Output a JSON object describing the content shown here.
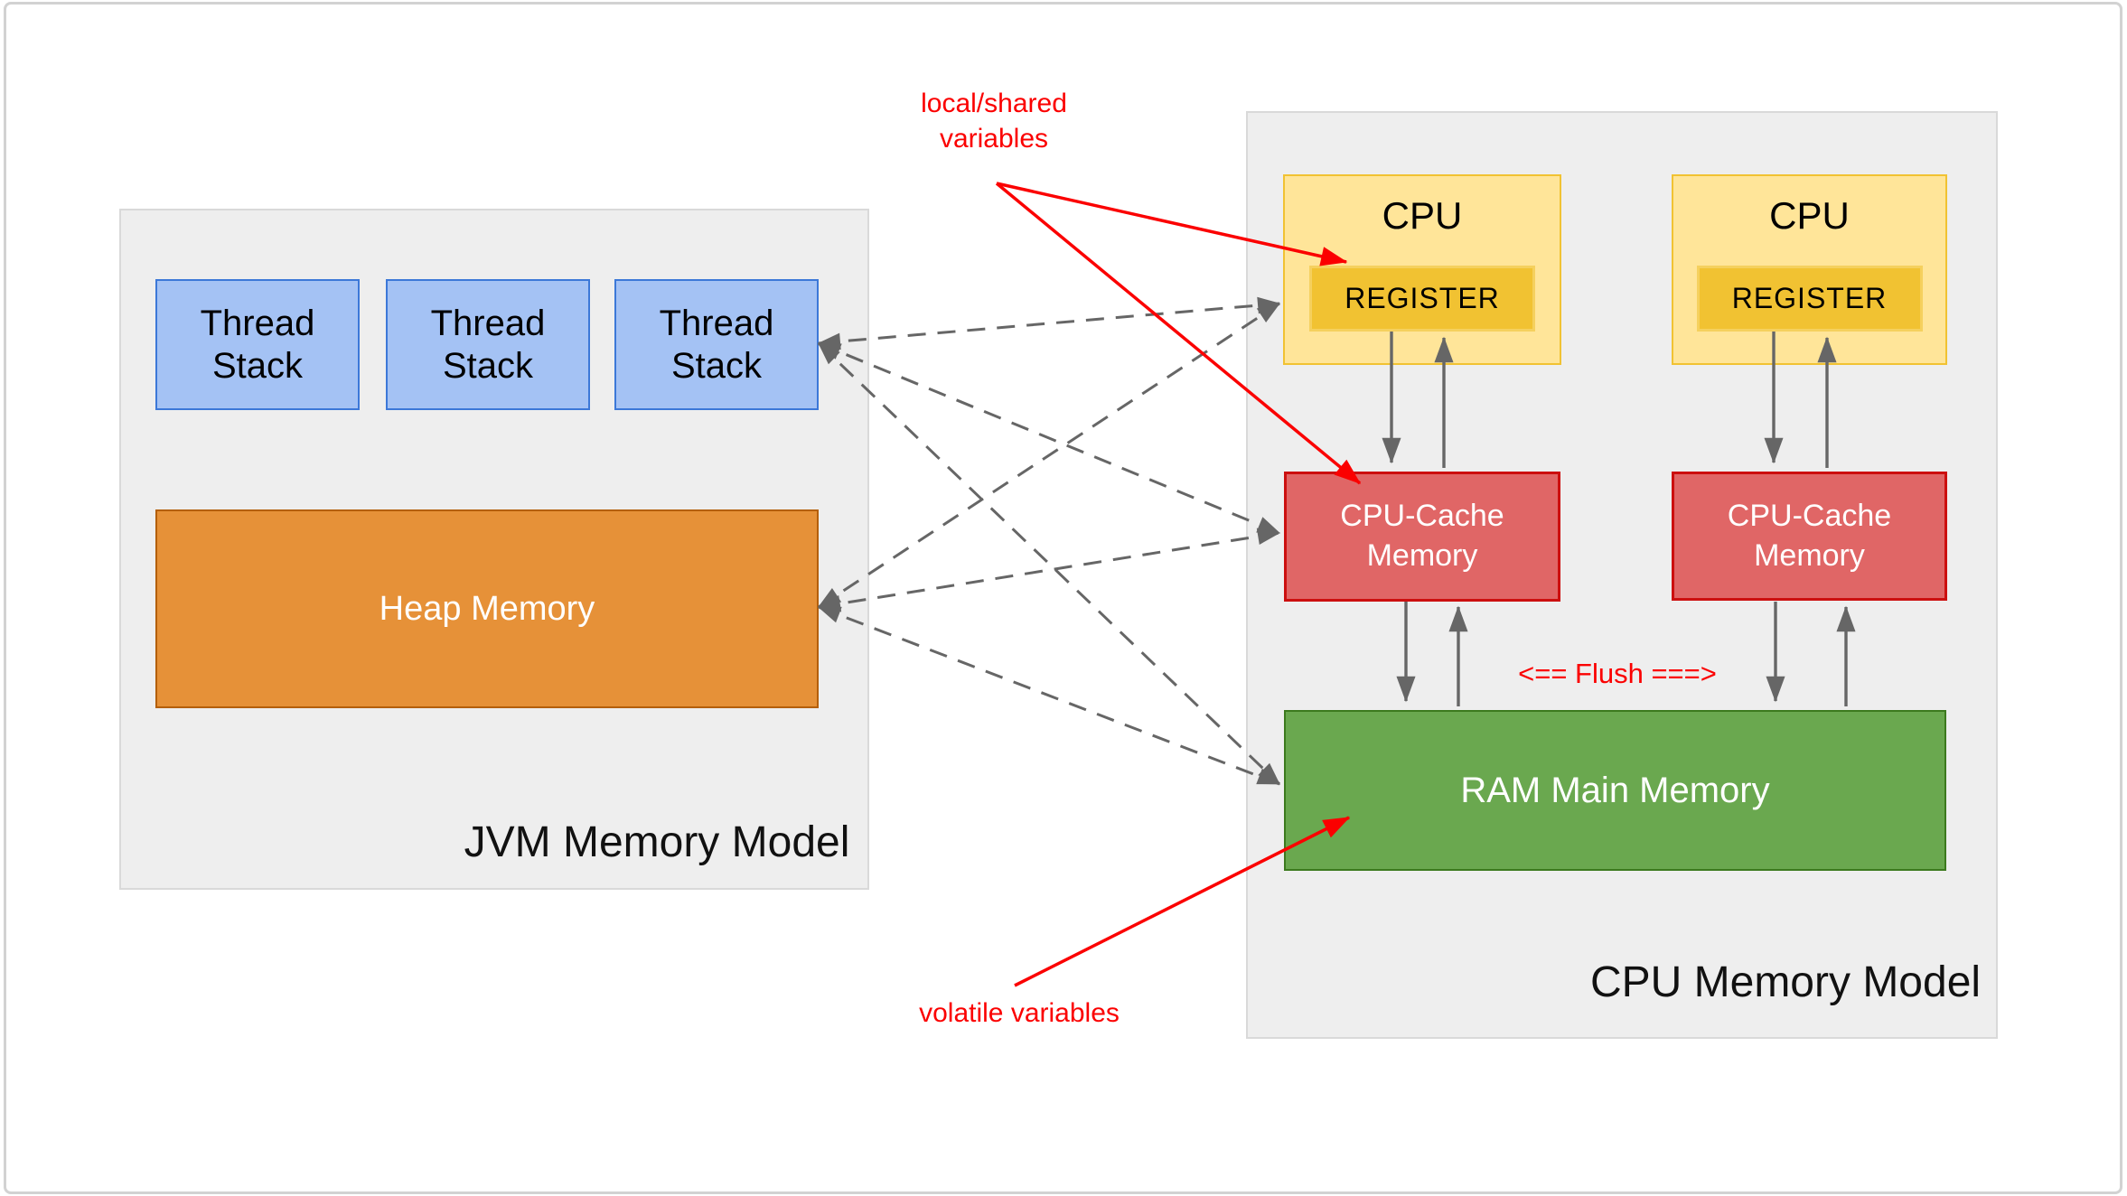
{
  "colors": {
    "panel_fill": "#eeeeee",
    "panel_border": "#d9d9d9",
    "ts_fill": "#a4c2f4",
    "ts_border": "#3c78d8",
    "heap_fill": "#e69138",
    "heap_border": "#b45f06",
    "cpu_fill": "#ffe599",
    "cpu_border": "#f1c232",
    "reg_fill": "#f1c232",
    "reg_border": "#f5d05e",
    "cache_fill": "#e06666",
    "cache_border": "#cc0f0f",
    "ram_fill": "#6aa84f",
    "ram_border": "#3c7a1e",
    "gray_arrow": "#666666",
    "red_accent": "#fb0000"
  },
  "jvm_panel": {
    "title": "JVM Memory Model",
    "thread_stacks": [
      "Thread Stack",
      "Thread Stack",
      "Thread Stack"
    ],
    "heap": "Heap Memory"
  },
  "cpu_panel": {
    "title": "CPU Memory Model",
    "cpus": [
      {
        "label": "CPU",
        "register": "REGISTER",
        "cache": "CPU-Cache Memory"
      },
      {
        "label": "CPU",
        "register": "REGISTER",
        "cache": "CPU-Cache Memory"
      }
    ],
    "ram": "RAM Main Memory",
    "flush": "<== Flush ===>"
  },
  "annotations": {
    "local_shared": "local/shared variables",
    "volatile": "volatile variables"
  }
}
